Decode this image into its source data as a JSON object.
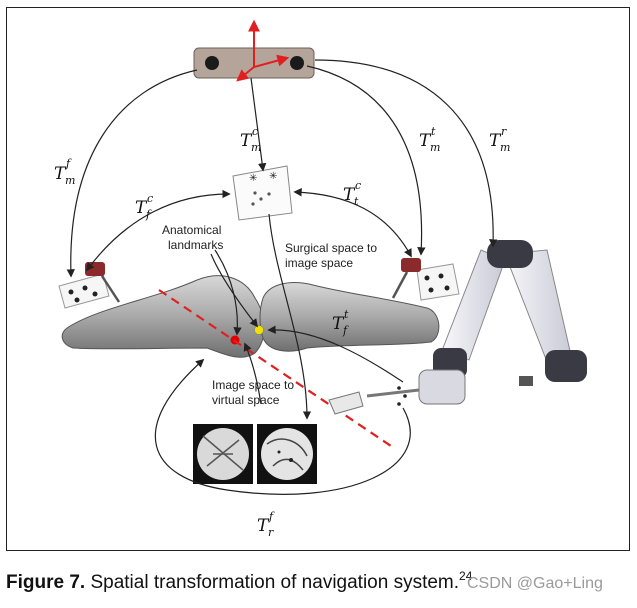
{
  "labels": {
    "T_m_f": {
      "base": "T",
      "sub": "m",
      "sup": "f"
    },
    "T_m_c": {
      "base": "T",
      "sub": "m",
      "sup": "c"
    },
    "T_m_t": {
      "base": "T",
      "sub": "m",
      "sup": "t"
    },
    "T_m_r": {
      "base": "T",
      "sub": "m",
      "sup": "r"
    },
    "T_f_c": {
      "base": "T",
      "sub": "f",
      "sup": "c"
    },
    "T_t_c": {
      "base": "T",
      "sub": "t",
      "sup": "c"
    },
    "T_f_t": {
      "base": "T",
      "sub": "f",
      "sup": "t"
    },
    "T_r_f": {
      "base": "T",
      "sub": "r",
      "sup": "f"
    }
  },
  "annotations": {
    "anatomical_1": "Anatomical",
    "anatomical_2": "landmarks",
    "surgical_1": "Surgical space to",
    "surgical_2": "image space",
    "image_1": "Image space to",
    "image_2": "virtual space"
  },
  "caption": {
    "prefix": "Figure 7.",
    "text": " Spatial transformation of navigation system.",
    "ref": "24"
  },
  "watermark": "CSDN @Gao+Ling",
  "colors": {
    "camera_bar": "#b5a49a",
    "axis_red": "#e02020",
    "cut_line": "#e02020",
    "landmark_red": "#e00000",
    "landmark_yellow": "#f0e000",
    "robot_arm": "#e8e8f0",
    "robot_joint": "#3a3a44"
  }
}
